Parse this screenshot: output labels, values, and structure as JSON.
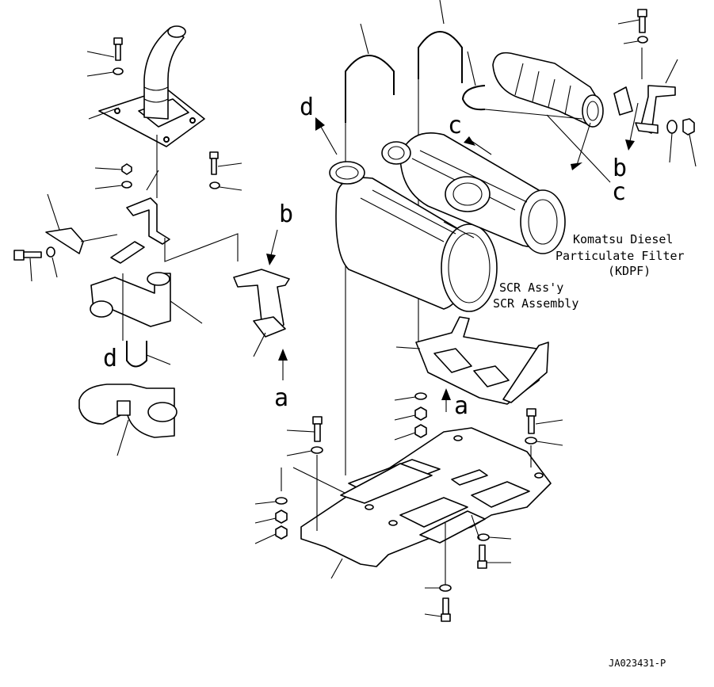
{
  "labels": {
    "d_top": "d",
    "c_top": "c",
    "b_right": "b",
    "c_right": "c",
    "b_left": "b",
    "a_left": "a",
    "d_left": "d",
    "a_center": "a"
  },
  "annotations": {
    "kdpf_line1": "Komatsu Diesel",
    "kdpf_line2": "Particulate Filter",
    "kdpf_line3": "(KDPF)",
    "scr_line1": "SCR Ass'y",
    "scr_line2": "SCR Assembly"
  },
  "figure_code": "JA023431-P"
}
